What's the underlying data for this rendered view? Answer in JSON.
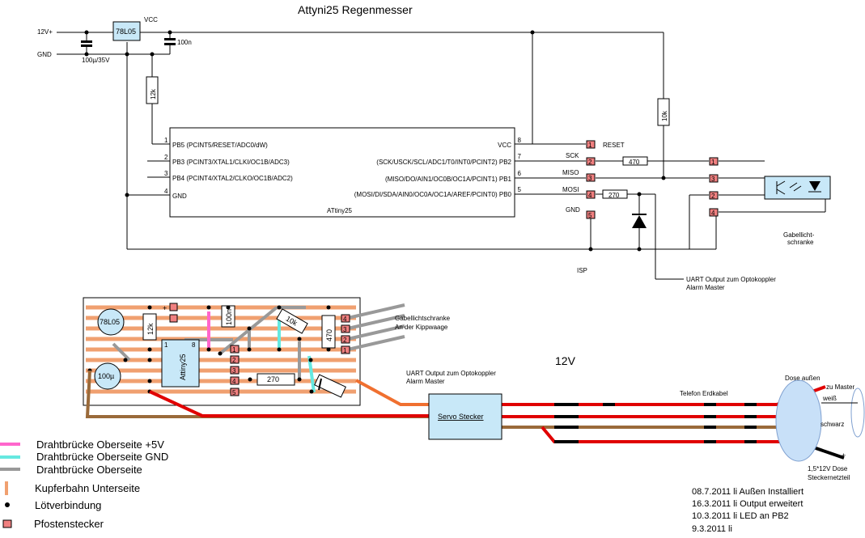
{
  "title": "Attyni25 Regenmesser",
  "schematic": {
    "power": {
      "v12": "12V+",
      "gnd": "GND",
      "vcc": "VCC",
      "regulator": "78L05",
      "cap_big": "100µ/35V",
      "cap_small": "100n",
      "r_pullup": "12k",
      "r_10k": "10k"
    },
    "chip": {
      "name": "ATtiny25",
      "left_pins": [
        {
          "num": "1",
          "label": "PB5  (PCINT5/RESET/ADC0/dW)"
        },
        {
          "num": "2",
          "label": "PB3  (PCINT3/XTAL1/CLKI/OC1B/ADC3)"
        },
        {
          "num": "3",
          "label": "PB4  (PCINT4/XTAL2/CLKO/OC1B/ADC2)"
        },
        {
          "num": "4",
          "label": "GND"
        }
      ],
      "right_pins": [
        {
          "num": "8",
          "label": "VCC"
        },
        {
          "num": "7",
          "label": "(SCK/USCK/SCL/ADC1/T0/INT0/PCINT2)  PB2"
        },
        {
          "num": "6",
          "label": "(MISO/DO/AIN1/OC0B/OC1A/PCINT1)  PB1"
        },
        {
          "num": "5",
          "label": "(MOSI/DI/SDA/AIN0/OC0A/OC1A/AREF/PCINT0)  PB0"
        }
      ]
    },
    "isp": {
      "title": "ISP",
      "pins": [
        {
          "num": "1",
          "label": "RESET"
        },
        {
          "num": "2",
          "label": "SCK"
        },
        {
          "num": "3",
          "label": "MISO"
        },
        {
          "num": "4",
          "label": "MOSI"
        },
        {
          "num": "5",
          "label": "GND"
        }
      ]
    },
    "r470": "470",
    "r270": "270",
    "connector_pins": [
      "1",
      "3",
      "2",
      "4"
    ],
    "gabel_label_1": "Gabellicht-",
    "gabel_label_2": "schranke",
    "uart_label_1": "UART Output zum Optokoppler",
    "uart_label_2": "Alarm Master"
  },
  "board": {
    "reg": "78L05",
    "r12k": "12k",
    "c100n": "100n",
    "r10k": "10k",
    "r470": "470",
    "chip": "Attiny25",
    "pin1": "1",
    "pin8": "8",
    "c100u": "100µ",
    "r270": "270",
    "plus": "+",
    "minus": "-",
    "hdr_left": [
      "1",
      "2",
      "3",
      "4",
      "5"
    ],
    "hdr_right": [
      "4",
      "3",
      "2",
      "1"
    ],
    "gabel_1": "Gabellichtschranke",
    "gabel_2": "An der Kippwaage",
    "uart_1": "UART Output zum Optokoppler",
    "uart_2": "Alarm Master",
    "v12": "12V",
    "servo": "Servo Stecker",
    "telefon": "Telefon Erdkabel",
    "dose_1": "Dose außen",
    "zu_master_1": "zu Master",
    "zu_master_2": "weiß",
    "schwarz": "schwarz",
    "plus2": "+",
    "dose_2_1": "1,5*12V Dose",
    "dose_2_2": "Steckernetzteil"
  },
  "legend": [
    {
      "label": "Drahtbrücke Oberseite +5V",
      "color": "#ff66cc"
    },
    {
      "label": "Drahtbrücke Oberseite GND",
      "color": "#66e8e0"
    },
    {
      "label": "Drahtbrücke Oberseite",
      "color": "#999999"
    },
    {
      "label": "Kupferbahn Unterseite",
      "color": "#f0a070"
    },
    {
      "label": "Lötverbindung",
      "color": "#000000"
    },
    {
      "label": "Pfostenstecker",
      "color": "#f08080"
    }
  ],
  "log": [
    "08.7.2011 li Außen Installiert",
    "16.3.2011 li Output erweitert",
    "10.3.2011 li LED an PB2",
    "9.3.2011 li"
  ]
}
